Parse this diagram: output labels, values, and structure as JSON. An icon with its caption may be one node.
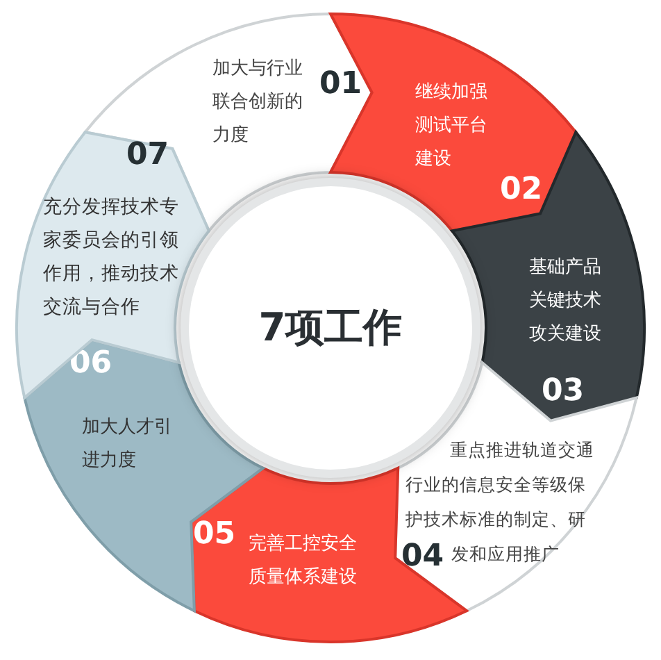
{
  "diagram": {
    "nodes": [
      {
        "text": [
          "加大与行业联合创新的力度",
          "01"
        ]
      },
      {
        "text": [
          "继续加强测试平台建设",
          "02"
        ]
      },
      {
        "text": [
          "基础产品关键技术攻关建设",
          "03"
        ]
      },
      {
        "text": [
          "重点推进轨道交通行业的信息安全等级保护技术标准的制定、研发和应用推广",
          "04"
        ]
      },
      {
        "text": [
          "05",
          "完善工控安全质量体系建设"
        ]
      },
      {
        "text": [
          "06",
          "加大人才引进力度"
        ]
      },
      {
        "text": [
          "07",
          "充分发挥技术专家委员会的引领作用，推动技术交流与合作"
        ]
      },
      {
        "text": [
          "7项工作"
        ]
      }
    ],
    "edges": []
  }
}
